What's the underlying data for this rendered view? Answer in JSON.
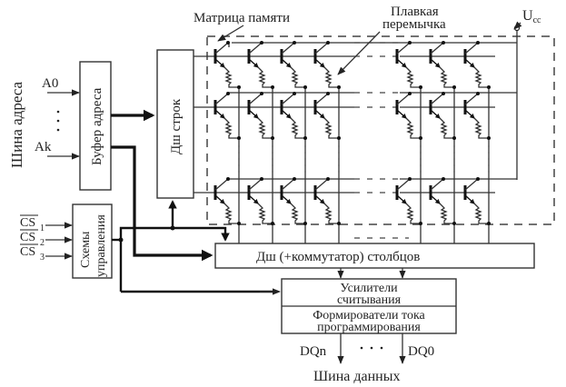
{
  "diagram": {
    "address_bus_label": "Шина адреса",
    "address_inputs": {
      "first": "A0",
      "last": "Ak",
      "ellipsis": "·\n·\n·"
    },
    "address_buffer_label": "Буфер адреса",
    "row_decoder_label": "Дш строк",
    "memory_matrix_label": "Матрица памяти",
    "fuse_label_line1": "Плавкая",
    "fuse_label_line2": "перемычка",
    "supply_label": "U",
    "supply_subscript": "cc",
    "chip_select_inputs": [
      {
        "name": "CS",
        "index": "1"
      },
      {
        "name": "CS",
        "index": "2"
      },
      {
        "name": "CS",
        "index": "3"
      }
    ],
    "control_circuits_line1": "Схемы",
    "control_circuits_line2": "управления",
    "column_decoder_label": "Дш (+коммутатор) столбцов",
    "sense_amp_line1": "Усилители",
    "sense_amp_line2": "считывания",
    "prog_current_line1": "Формирователи тока",
    "prog_current_line2": "программирования",
    "data_outputs": {
      "first": "DQn",
      "last": "DQ0",
      "ellipsis": "· · ·"
    },
    "data_bus_label": "Шина данных",
    "matrix": {
      "visible_rows": 3,
      "left_columns": 4,
      "right_columns": 3
    }
  }
}
